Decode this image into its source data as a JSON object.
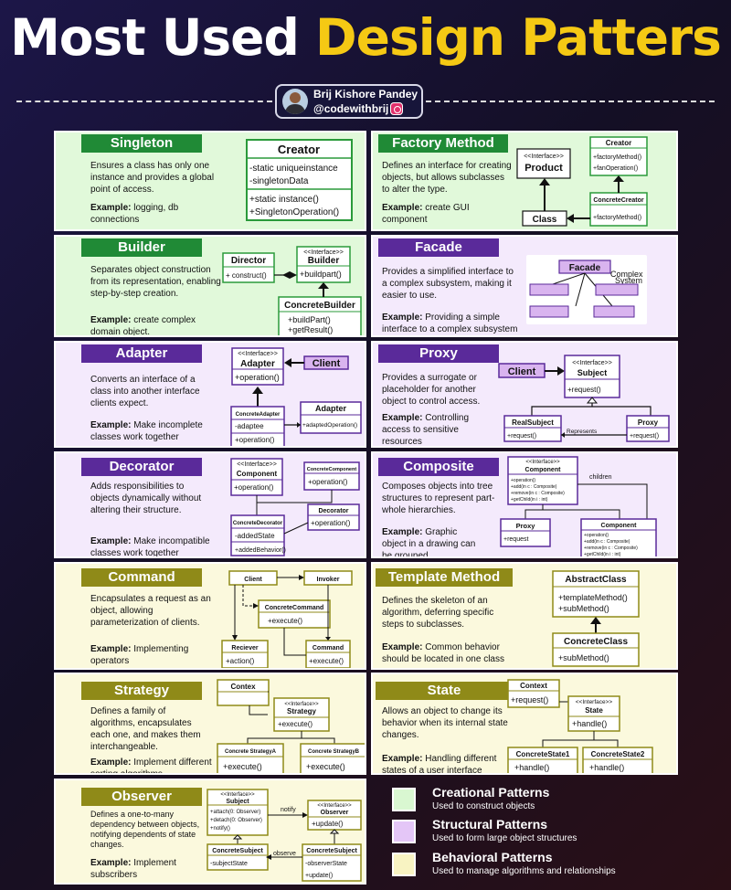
{
  "title": {
    "part1": "Most Used ",
    "part2": "Design Patters"
  },
  "author": {
    "name": "Brij Kishore Pandey",
    "handle": "@codewithbrij"
  },
  "patterns": {
    "singleton": {
      "name": "Singleton",
      "desc": "Ensures a class has only one instance and provides a global point of access.",
      "example_label": "Example:",
      "example": " logging, db connections",
      "diagram": {
        "cls": "Creator",
        "attrs": [
          "-static uniqueinstance",
          "-singletonData"
        ],
        "ops": [
          "+static instance()",
          "+SingletonOperation()"
        ]
      }
    },
    "factory_method": {
      "name": "Factory Method",
      "desc": "Defines an interface for creating objects, but allows subclasses to alter the type.",
      "example_label": "Example:",
      "example": " create GUI component",
      "diagram": {
        "iface": "<<Interface>>",
        "product": "Product",
        "creator": "Creator",
        "creator_ops": [
          "+factoryMethod()",
          "+fanOperation()"
        ],
        "cc": "ConcreteCreator",
        "cc_op": "+factoryMethod()",
        "cls": "Class"
      }
    },
    "builder": {
      "name": "Builder",
      "desc": "Separates object construction from its representation, enabling step-by-step creation.",
      "example_label": "Example:",
      "example": " create complex domain object.",
      "diagram": {
        "director": "Director",
        "director_op": "+ construct()",
        "iface": "<<Interface>>",
        "builder": "Builder",
        "builder_op": "+buildpart()",
        "cb": "ConcreteBuilder",
        "cb_ops": [
          "+buildPart()",
          "+getResult()"
        ]
      }
    },
    "facade": {
      "name": "Facade",
      "desc": "Provides a simplified interface to a complex subsystem, making it easier to use.",
      "example_label": "Example:",
      "example": " Providing a simple interface to a complex subsystem",
      "diagram": {
        "facade": "Facade",
        "complex": "Complex",
        "system": "System"
      }
    },
    "adapter": {
      "name": "Adapter",
      "desc": "Converts an interface of a class into another interface clients expect.",
      "example_label": "Example:",
      "example": " Make incomplete classes work together",
      "diagram": {
        "iface": "<<Interface>>",
        "adapter": "Adapter",
        "op": "+operation()",
        "client": "Client",
        "ca": "ConcreteAdapter",
        "adaptee": "-adaptee",
        "ca_op": "+operation()",
        "adapter2": "Adapter",
        "ad_op": "+adaptedOperation()"
      }
    },
    "proxy": {
      "name": "Proxy",
      "desc": "Provides a surrogate or placeholder for another object to control access.",
      "example_label": "Example:",
      "example": " Controlling access to sensitive resources",
      "diagram": {
        "client": "Client",
        "iface": "<<Interface>>",
        "subject": "Subject",
        "req": "+request()",
        "real": "RealSubject",
        "proxy": "Proxy",
        "represents": "Represents"
      }
    },
    "decorator": {
      "name": "Decorator",
      "desc": "Adds responsibilities to objects dynamically without altering their structure.",
      "example_label": "Example:",
      "example": " Make incompatible classes work together",
      "diagram": {
        "iface": "<<Interface>>",
        "component": "Component",
        "op": "+operation()",
        "cc": "ConcreteComponent",
        "cd": "ConcreteDecorator",
        "added_state": "-addedState",
        "added_beh": "+addedBehavior()",
        "decorator": "Decorator"
      }
    },
    "composite": {
      "name": "Composite",
      "desc": "Composes objects into tree structures to represent part-whole hierarchies.",
      "example_label": "Example:",
      "example": " Graphic object in a drawing can be grouped",
      "diagram": {
        "iface": "<<Interface>>",
        "component": "Component",
        "ops": [
          "+operation()",
          "+add(in c : Composite)",
          "+remove(in c : Composite)",
          "+getChild(in i : int)"
        ],
        "children": "children",
        "proxy": "Proxy",
        "req": "+request"
      }
    },
    "command": {
      "name": "Command",
      "desc": "Encapsulates a request as an object, allowing parameterization of clients.",
      "example_label": "Example:",
      "example": " Implementing operators",
      "diagram": {
        "client": "Client",
        "invoker": "Invoker",
        "cc": "ConcreteCommand",
        "execute": "+execute()",
        "receiver": "Reciever",
        "action": "+action()",
        "command": "Command"
      }
    },
    "template_method": {
      "name": "Template Method",
      "desc": "Defines the skeleton of an algorithm, deferring specific steps to subclasses.",
      "example_label": "Example:",
      "example": " Common behavior should be located in one class",
      "diagram": {
        "ac": "AbstractClass",
        "ac_ops": [
          "+templateMethod()",
          "+subMethod()"
        ],
        "cc": "ConcreteClass",
        "cc_op": "+subMethod()"
      }
    },
    "strategy": {
      "name": "Strategy",
      "desc": "Defines a family of algorithms, encapsulates each one, and makes them interchangeable.",
      "example_label": "Example:",
      "example": " Implement different sorting algorithms",
      "diagram": {
        "context": "Contex",
        "iface": "<<Interface>>",
        "strategy": "Strategy",
        "execute": "+execute()",
        "sa": "Concrete StrategyA",
        "sb": "Concrete StrategyB"
      }
    },
    "state": {
      "name": "State",
      "desc": "Allows an object to change its behavior when its internal state changes.",
      "example_label": "Example:",
      "example": " Handling different states of a user interface",
      "diagram": {
        "context": "Context",
        "req": "+request()",
        "iface": "<<Interface>>",
        "state": "State",
        "handle": "+handle()",
        "cs1": "ConcreteState1",
        "cs2": "ConcreteState2"
      }
    },
    "observer": {
      "name": "Observer",
      "desc": "Defines a one-to-many dependency between objects, notifying dependents of state changes.",
      "example_label": "Example:",
      "example": " Implement subscribers",
      "diagram": {
        "iface": "<<Interface>>",
        "subject": "Subject",
        "subject_ops": [
          "+attach(0: Observer)",
          "+detach(0: Observer)",
          "+notify()"
        ],
        "notify": "notify",
        "observer": "Observer",
        "update": "+update()",
        "cs": "ConcreteSubject",
        "subject_state": "-subjectState",
        "observe": "observe",
        "co": "ConcreteSubject",
        "observer_state": "-observerState"
      }
    }
  },
  "legend": [
    {
      "title": "Creational Patterns",
      "sub": "Used to construct objects",
      "color": "#d9f7d1"
    },
    {
      "title": "Structural Patterns",
      "sub": "Used to form large object structures",
      "color": "#e4c6f7"
    },
    {
      "title": "Behavioral Patterns",
      "sub": "Used to manage algorithms and relationships",
      "color": "#f8f3c2"
    }
  ],
  "colors": {
    "creational": "#208a36",
    "structural": "#5a2a9a",
    "behavioral": "#8f8a18",
    "title_yellow": "#f5c914"
  }
}
